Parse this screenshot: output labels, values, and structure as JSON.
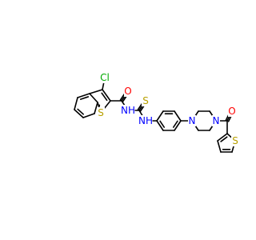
{
  "molecule": {
    "colors": {
      "carbon": "#000000",
      "oxygen": "#ff0000",
      "nitrogen": "#0000ff",
      "sulfur": "#b8a000",
      "chlorine": "#00aa00"
    },
    "atoms": {
      "cl": "Cl",
      "s_benzothiophene": "S",
      "o_amide1": "O",
      "nh_amide": "NH",
      "s_thiourea": "S",
      "nh_thiourea": "NH",
      "n_piperazine1": "N",
      "n_piperazine2": "N",
      "o_amide2": "O",
      "s_thiophene": "S"
    }
  }
}
